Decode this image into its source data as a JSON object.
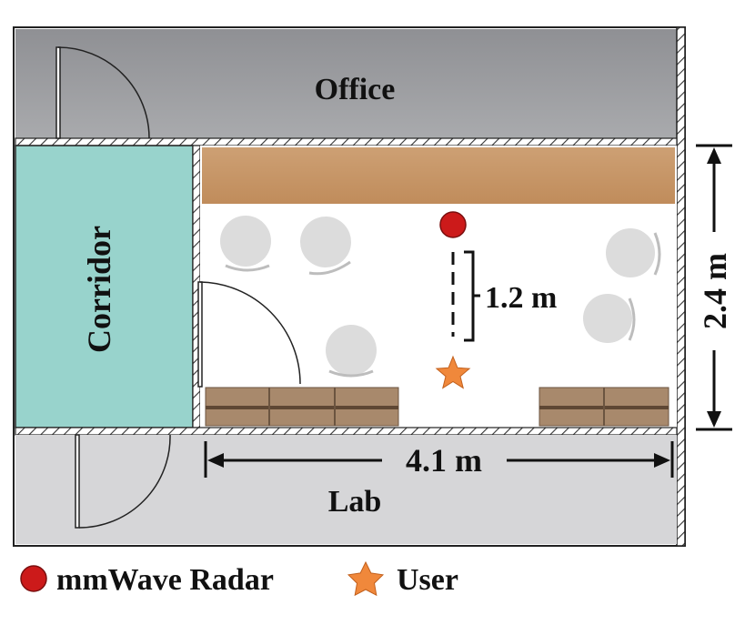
{
  "rooms": {
    "office": "Office",
    "corridor": "Corridor",
    "lab": "Lab"
  },
  "dimensions": {
    "height": "2.4 m",
    "width": "4.1 m",
    "radar_user_distance": "1.2 m"
  },
  "legend": {
    "radar": "mmWave Radar",
    "user": "User"
  },
  "icons": {
    "radar": "red-circle",
    "user": "orange-star"
  },
  "colors": {
    "office": "#9d9ea2",
    "corridor": "#98d3cc",
    "lab": "#d6d6d8",
    "room": "#ffffff",
    "shelf": "#c99968",
    "radar": "#cc1a1a",
    "user": "#f0883b",
    "desk": "#9a7a5e",
    "chair": "#dcdcdc"
  }
}
